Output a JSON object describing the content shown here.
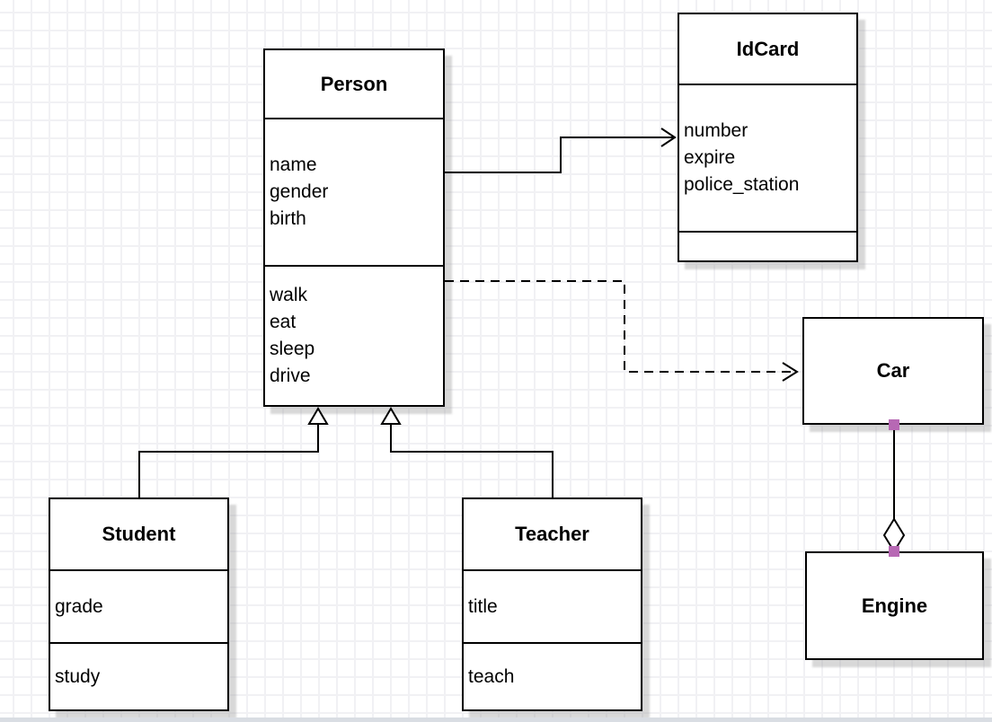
{
  "diagram": {
    "classes": {
      "person": {
        "title": "Person",
        "attributes": [
          "name",
          "gender",
          "birth"
        ],
        "methods": [
          "walk",
          "eat",
          "sleep",
          "drive"
        ]
      },
      "idcard": {
        "title": "IdCard",
        "attributes": [
          "number",
          "expire",
          "police_station"
        ]
      },
      "student": {
        "title": "Student",
        "attributes": [
          "grade"
        ],
        "methods": [
          "study"
        ]
      },
      "teacher": {
        "title": "Teacher",
        "attributes": [
          "title"
        ],
        "methods": [
          "teach"
        ]
      },
      "car": {
        "title": "Car"
      },
      "engine": {
        "title": "Engine"
      }
    },
    "relationships": [
      {
        "from": "Person",
        "to": "IdCard",
        "type": "association",
        "style": "solid line, open arrow"
      },
      {
        "from": "Person",
        "to": "Car",
        "type": "dependency",
        "style": "dashed line, open arrow"
      },
      {
        "from": "Student",
        "to": "Person",
        "type": "generalization",
        "style": "solid line, hollow triangle"
      },
      {
        "from": "Teacher",
        "to": "Person",
        "type": "generalization",
        "style": "solid line, hollow triangle"
      },
      {
        "from": "Car",
        "to": "Engine",
        "type": "aggregation",
        "style": "solid line, hollow diamond, purple endpoint squares"
      }
    ],
    "colors": {
      "stroke": "#000000",
      "shape_fill": "#ffffff",
      "connection_point": "#b768b4",
      "grid_line": "#f1f1f4",
      "shadow": "#a8a8a8",
      "bottom_strip": "#d9dde3"
    }
  }
}
